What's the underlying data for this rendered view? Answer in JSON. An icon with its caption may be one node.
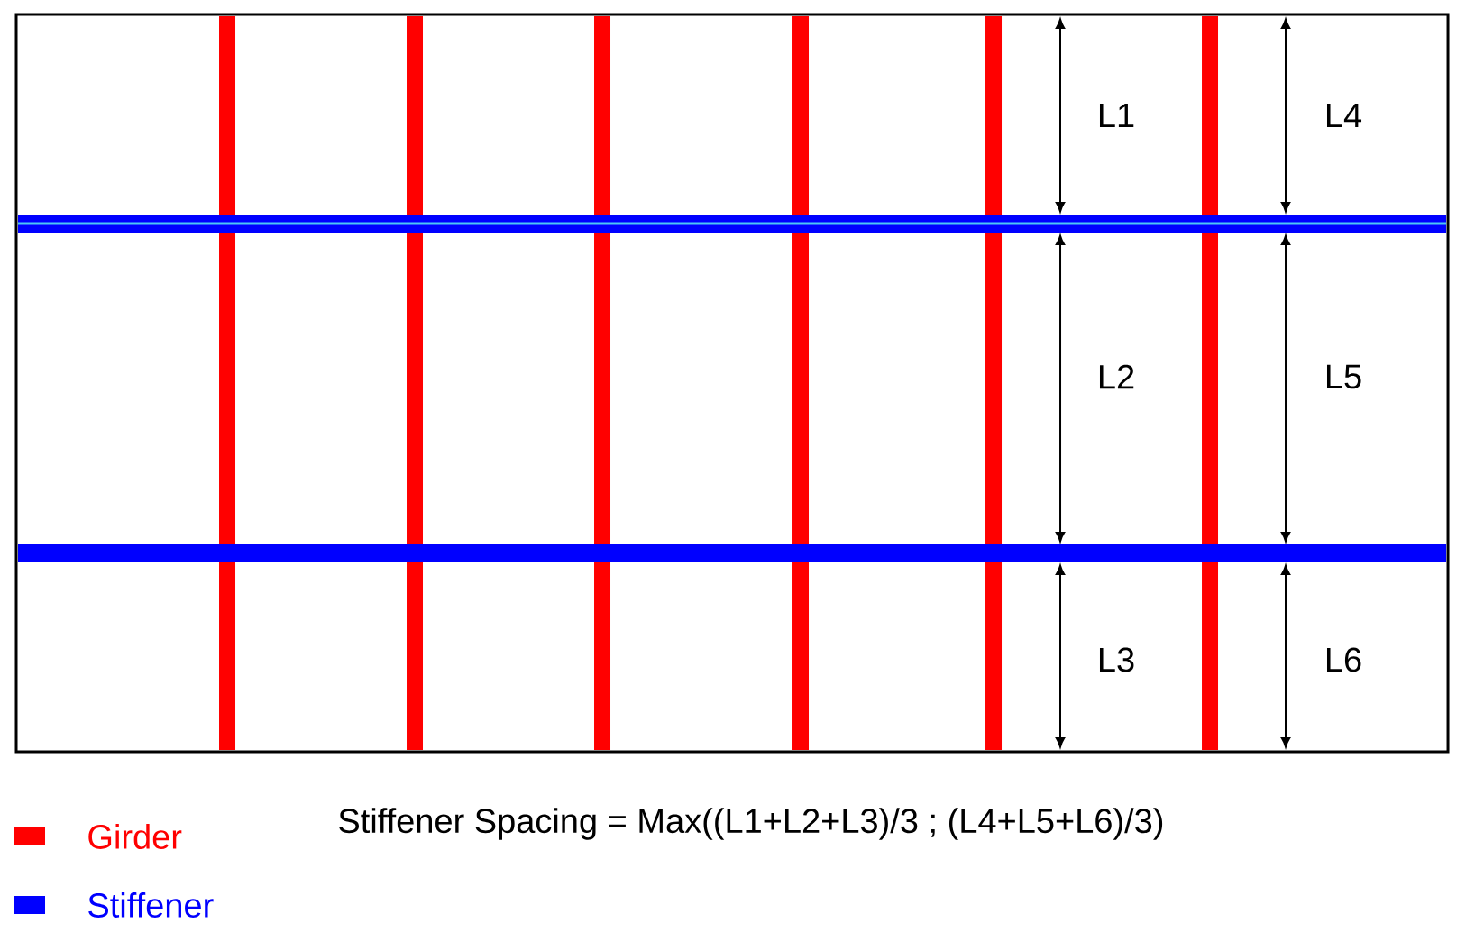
{
  "diagram": {
    "labels": [
      "L1",
      "L4",
      "L2",
      "L5",
      "L3",
      "L6",
      "Stiffener Spacing = Max((L1+L2+L3)/3 ; (L4+L5+L6)/3)"
    ],
    "legend": [
      {
        "text": "Girder",
        "color": "#ff0000"
      },
      {
        "text": "Stiffener",
        "color": "#0000ff"
      }
    ]
  }
}
